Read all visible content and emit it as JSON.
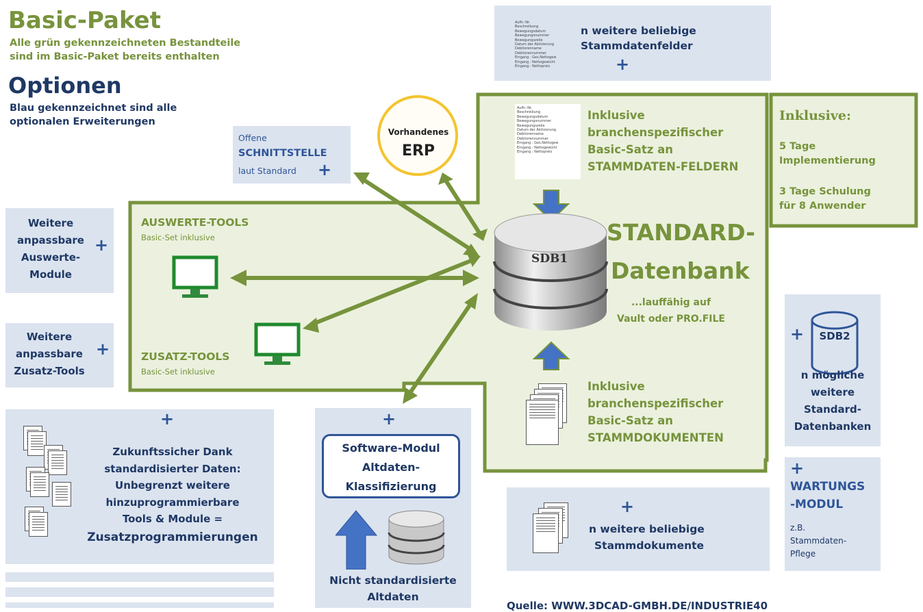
{
  "header": {
    "basic_title": "Basic-Paket",
    "basic_line1": "Alle grün gekennzeichneten Bestandteile",
    "basic_line2": "sind im Basic-Paket bereits enthalten",
    "optionen_title": "Optionen",
    "optionen_line1": "Blau gekennzeichnet sind alle",
    "optionen_line2": "optionalen Erweiterungen"
  },
  "top_box": {
    "line1": "n  weitere beliebige",
    "line2": "Stammdatenfelder",
    "plus": "+"
  },
  "mini_list": "Auftr.-Nr.\nBeschreibung\nBewegungsdatum\nBewegungsnummer\nBewegungszeile\nDatum der Aktivierung\nDebitorenname\nDebitorennummer\nEingang : Ges.Nettogew\nEingang : Nettogewicht\nEingang : Nettopreis",
  "erp": {
    "line1": "Vorhandenes",
    "line2": "ERP"
  },
  "schnittstelle": {
    "line1": "Offene",
    "line2": "SCHNITTSTELLE",
    "line3": "laut Standard",
    "plus": "+"
  },
  "green_area": {
    "stammdaten_felder": [
      "Inklusive",
      "branchenspezifischer",
      "Basic-Satz an",
      "STAMMDATEN-FELDERN"
    ],
    "auswerte_title": "AUSWERTE-TOOLS",
    "auswerte_sub": "Basic-Set inklusive",
    "zusatz_title": "ZUSATZ-TOOLS",
    "zusatz_sub": "Basic-Set inklusive",
    "db_label": "SDB1",
    "std_line1": "STANDARD-",
    "std_line2": "Datenbank",
    "lauffaehig1": "...lauffähig auf",
    "lauffaehig2": "Vault oder PRO.FILE",
    "stammdokumente": [
      "Inklusive",
      "branchenspezifischer",
      "Basic-Satz an",
      "STAMMDOKUMENTEN"
    ]
  },
  "inklusive_box": {
    "title": "Inklusive:",
    "line1": "5 Tage",
    "line2": "Implementierung",
    "line3": "3 Tage Schulung",
    "line4": "für 8 Anwender"
  },
  "left_boxes": {
    "auswerte": [
      "Weitere",
      "anpassbare",
      "Auswerte-",
      "Module"
    ],
    "zusatz": [
      "Weitere",
      "anpassbare",
      "Zusatz-Tools"
    ],
    "plus": "+"
  },
  "zukunft_box": {
    "plus": "+",
    "lines": [
      "Zukunftssicher Dank",
      "standardisierter Daten:",
      "Unbegrenzt weitere",
      "hinzuprogrammierbare",
      "Tools & Module ="
    ],
    "bold_line": "Zusatzprogrammierungen"
  },
  "altdaten_box": {
    "plus": "+",
    "module": [
      "Software-Modul",
      "Altdaten-",
      "Klassifizierung"
    ],
    "footer1": "Nicht standardisierte",
    "footer2": "Altdaten"
  },
  "sdb2_box": {
    "plus": "+",
    "db_label": "SDB2",
    "lines": [
      "n  mögliche",
      "weitere",
      "Standard-",
      "Datenbanken"
    ]
  },
  "wartung_box": {
    "plus": "+",
    "title1": "WARTUNGS",
    "title2": "-MODUL",
    "sub": [
      "z.B.",
      "Stammdaten-",
      "Pflege"
    ]
  },
  "stammdok_box": {
    "plus": "+",
    "line1": "n  weitere beliebige",
    "line2": "Stammdokumente"
  },
  "source": "Quelle: WWW.3DCAD-GMBH.DE/INDUSTRIE40",
  "colors": {
    "green": "#77933c",
    "blue": "#2f5597",
    "light_blue": "#dbe3ef",
    "light_green": "#ebf1de",
    "gold": "#f4c430"
  }
}
